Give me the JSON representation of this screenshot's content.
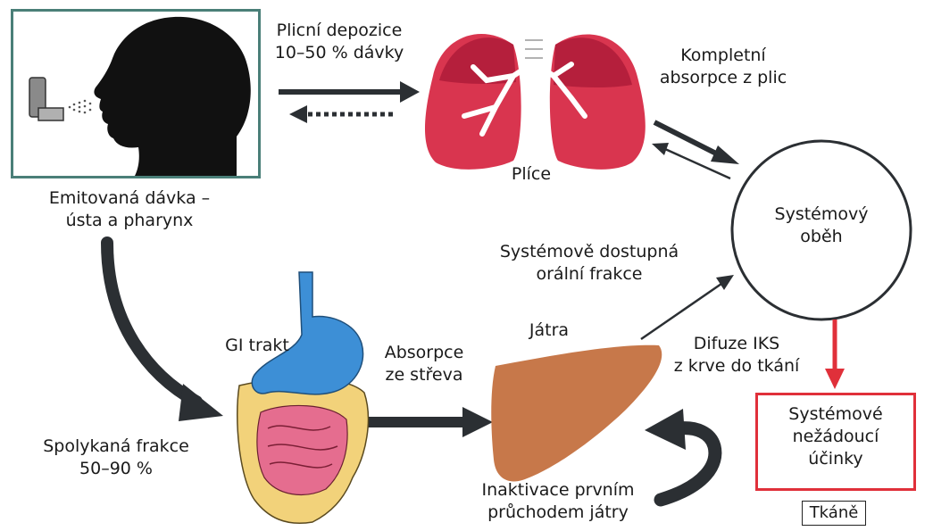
{
  "labels": {
    "lung_deposition": [
      "Plicní depozice",
      "10–50 % dávky"
    ],
    "complete_absorption": [
      "Kompletní",
      "absorpce z plic"
    ],
    "lungs": "Plíce",
    "emitted_dose": [
      "Emitovaná dávka –",
      "ústa a pharynx"
    ],
    "systemic_circulation": [
      "Systémový",
      "oběh"
    ],
    "oral_fraction": [
      "Systémově dostupná",
      "orální frakce"
    ],
    "gi_tract": "GI trakt",
    "intestinal_absorption": [
      "Absorpce",
      "ze střeva"
    ],
    "liver": "Játra",
    "diffusion": [
      "Difuze IKS",
      "z krve do tkání"
    ],
    "adverse_effects": [
      "Systémové",
      "nežádoucí",
      "účinky"
    ],
    "swallowed_fraction": [
      "Spolykaná frakce",
      "50–90 %"
    ],
    "first_pass": [
      "Inaktivace prvním",
      "průchodem játry"
    ],
    "tissues": "Tkáně"
  },
  "colors": {
    "lung": "#d9354f",
    "lung_dark": "#b51f3c",
    "stomach": "#3d8fd6",
    "intestine": "#f2d27a",
    "small_intestine": "#e56d8f",
    "liver": "#c7784a",
    "arrow": "#2b2f33",
    "red_arrow": "#e0303a"
  },
  "icons": {
    "head": "head-silhouette-icon",
    "inhaler": "inhaler-icon",
    "lungs": "lungs-icon",
    "stomach": "stomach-icon",
    "intestines": "intestines-icon",
    "liver": "liver-icon"
  }
}
